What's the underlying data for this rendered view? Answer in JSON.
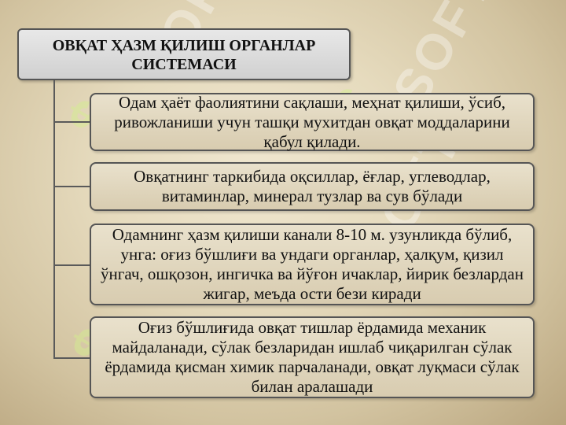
{
  "title": "ОВҚАТ ҲАЗМ ҚИЛИШ ОРГАНЛАР СИСТЕМАСИ",
  "items": [
    {
      "text": "Одам ҳаёт фаолиятини сақлаши, меҳнат қилиши, ўсиб, ривожланиши учун ташқи мухитдан овқат моддаларини қабул қилади."
    },
    {
      "text": "Овқатнинг таркибида оқсиллар, ёғлар, углеводлар, витаминлар, минерал тузлар ва сув бўлади"
    },
    {
      "text": "Одамнинг ҳазм қилиши канали 8-10 м. узунликда бўлиб, унга: оғиз бўшлиғи ва ундаги органлар, ҳалқум, қизил ўнгач, ошқозон, ингичка ва йўғон ичаклар, йирик безлардан жигар, меъда ости бези киради"
    },
    {
      "text": "Оғиз бўшлиғида овқат тишлар ёрдамида механик майдаланади, сўлак безларидан ишлаб чиқарилган сўлак ёрдамида қисман химик парчаланади, овқат луқмаси сўлак билан аралашади"
    }
  ],
  "watermark": "SOFT",
  "watermark_glyph": "$",
  "colors": {
    "border": "#555555",
    "connector": "#5a5a5a",
    "item_fill": "#e0d6bd",
    "title_fill": "#dcdcdc"
  }
}
